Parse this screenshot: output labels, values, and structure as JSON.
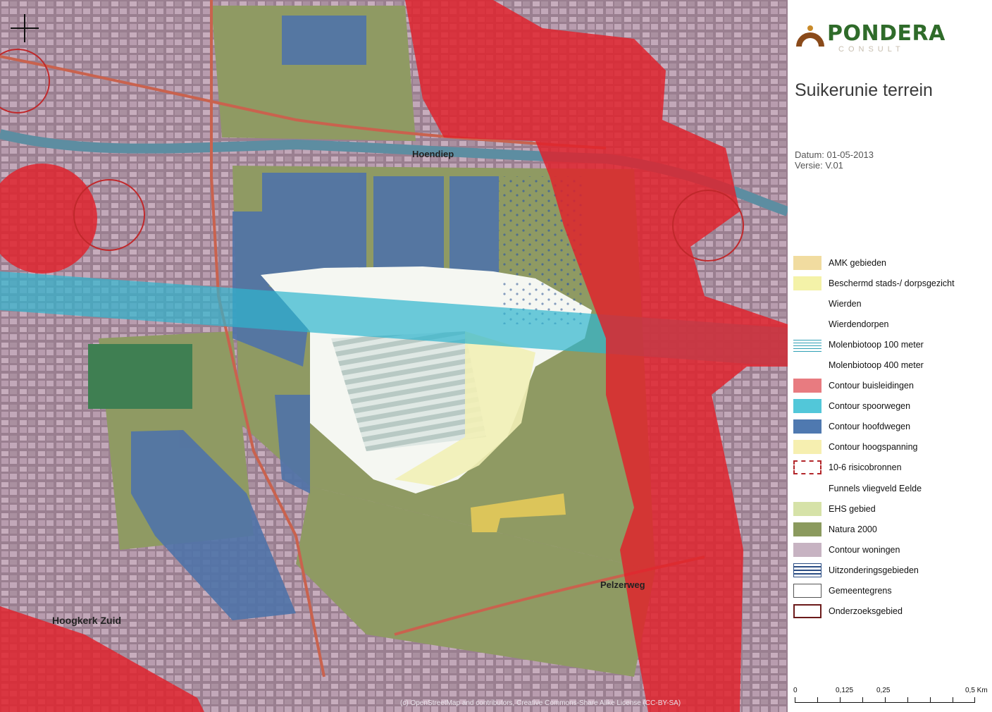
{
  "logo": {
    "word": "PONDERA",
    "subtitle": "CONSULT"
  },
  "map_title": "Suikerunie terrein",
  "meta": {
    "datum": "Datum: 01-05-2013",
    "versie": "Versie: V.01"
  },
  "map_labels": {
    "hoendiep": "Hoendiep",
    "pelzerweg": "Pelzerweg",
    "hoogkerk_zuid": "Hoogkerk Zuid",
    "attribution": "(c) OpenStreetMap and contributors, Creative Commons-Share Alike License (CC-BY-SA)"
  },
  "legend": [
    {
      "label": "AMK gebieden",
      "swatch": "amk"
    },
    {
      "label": "Beschermd stads-/ dorpsgezicht",
      "swatch": "beschermd"
    },
    {
      "label": "Wierden",
      "swatch": "none"
    },
    {
      "label": "Wierdendorpen",
      "swatch": "none"
    },
    {
      "label": "Molenbiotoop 100 meter",
      "swatch": "molen"
    },
    {
      "label": "Molenbiotoop 400 meter",
      "swatch": "none"
    },
    {
      "label": "Contour buisleidingen",
      "swatch": "buis"
    },
    {
      "label": "Contour spoorwegen",
      "swatch": "spoor"
    },
    {
      "label": "Contour hoofdwegen",
      "swatch": "hoofd"
    },
    {
      "label": "Contour hoogspanning",
      "swatch": "hoog"
    },
    {
      "label": "10-6 risicobronnen",
      "swatch": "risico"
    },
    {
      "label": "Funnels vliegveld Eelde",
      "swatch": "none"
    },
    {
      "label": "EHS gebied",
      "swatch": "ehs"
    },
    {
      "label": "Natura 2000",
      "swatch": "natura"
    },
    {
      "label": "Contour woningen",
      "swatch": "woning"
    },
    {
      "label": "Uitzonderingsgebieden",
      "swatch": "uitz"
    },
    {
      "label": "Gemeentegrens",
      "swatch": "gemeente"
    },
    {
      "label": "Onderzoeksgebied",
      "swatch": "onderzoek"
    }
  ],
  "scale": {
    "labels": [
      "0",
      "0,125",
      "0,25",
      "0,5 Km"
    ]
  },
  "colors": {
    "logo_green": "#2f6b2a",
    "logo_brown": "#8a4a1a",
    "buisleiding_red": "#e2202a",
    "spoor_cyan": "#2fb5cf",
    "hoofdweg_blue": "#4f79b0",
    "woning_mauve": "#b79aac",
    "ehs_green": "#8b9a5e"
  }
}
